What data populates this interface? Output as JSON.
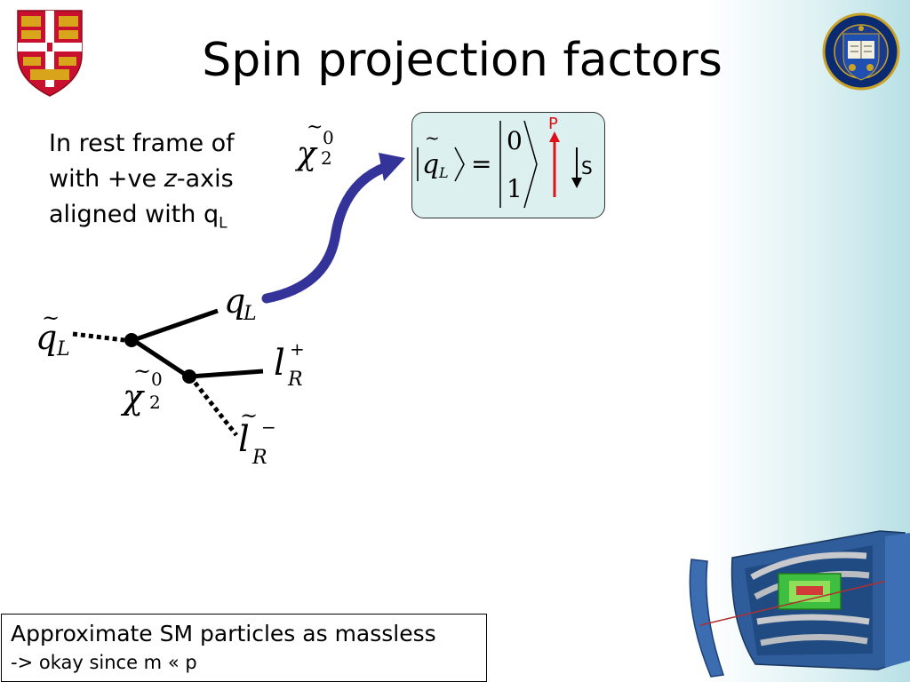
{
  "title": "Spin projection factors",
  "rest_frame": {
    "line1": "In rest frame of",
    "line2_a": "with +ve ",
    "line2_z": "z",
    "line2_b": "-axis",
    "line3_a": "aligned with q",
    "line3_sub": "L"
  },
  "state_box": {
    "lhs_symbol": "q",
    "lhs_tilde": "~",
    "lhs_sub": "L",
    "equals": "=",
    "row1": "0",
    "row2": "1",
    "p_label": "P",
    "s_label": "S"
  },
  "diagram": {
    "squark": {
      "symbol": "q",
      "tilde": "~",
      "sub": "L"
    },
    "quark": {
      "symbol": "q",
      "sub": "L"
    },
    "neutralino": {
      "symbol": "χ",
      "tilde": "~",
      "sup": "0",
      "sub": "2"
    },
    "lepton": {
      "symbol": "l",
      "sup": "+",
      "sub": "R"
    },
    "slepton": {
      "symbol": "l",
      "tilde": "~",
      "sup": "−",
      "sub": "R"
    }
  },
  "bottom_note": {
    "line1": "Approximate SM particles as massless",
    "line2": "-> okay since m « p"
  },
  "colors": {
    "arrow": "#33339a",
    "p_arrow": "#e0101a",
    "box_fill": "#dcf0f0",
    "cambridge_red": "#c8102e",
    "oxford_blue": "#0a2a72"
  },
  "icons": {
    "cambridge": "cambridge-crest-icon",
    "oxford": "oxford-crest-icon",
    "detector": "atlas-detector-icon"
  }
}
